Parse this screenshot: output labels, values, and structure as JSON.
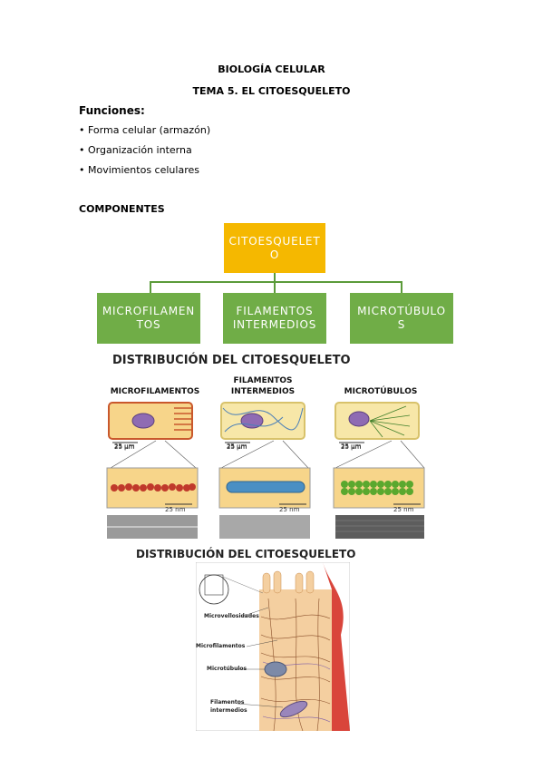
{
  "header": {
    "line1": "BIOLOGÍA CELULAR",
    "line2": "TEMA 5. EL CITOESQUELETO"
  },
  "funciones": {
    "heading": "Funciones:",
    "items": [
      "• Forma celular (armazón)",
      "• Organización interna",
      "• Movimientos celulares"
    ]
  },
  "componentes": {
    "heading": "COMPONENTES",
    "root": "CITOESQUELETO",
    "children": [
      "MICROFILAMENTOS",
      "FILAMENTOS INTERMEDIOS",
      "MICROTÚBULOS"
    ]
  },
  "figure1": {
    "title": "DISTRIBUCIÓN DEL CITOESQUELETO",
    "col1": "MICROFILAMENTOS",
    "col2": "FILAMENTOS INTERMEDIOS",
    "col3": "MICROTÚBULOS",
    "scale_um": "25 µm",
    "scale_nm": "25 nm"
  },
  "figure2": {
    "title": "DISTRIBUCIÓN DEL CITOESQUELETO",
    "labels": [
      "Microvellosidades",
      "Microfilamentos",
      "Microtúbulos",
      "Filamentos intermedios"
    ]
  },
  "colors": {
    "root_box": "#f5b800",
    "child_box": "#70ad47",
    "connector": "#5b9b3a"
  }
}
